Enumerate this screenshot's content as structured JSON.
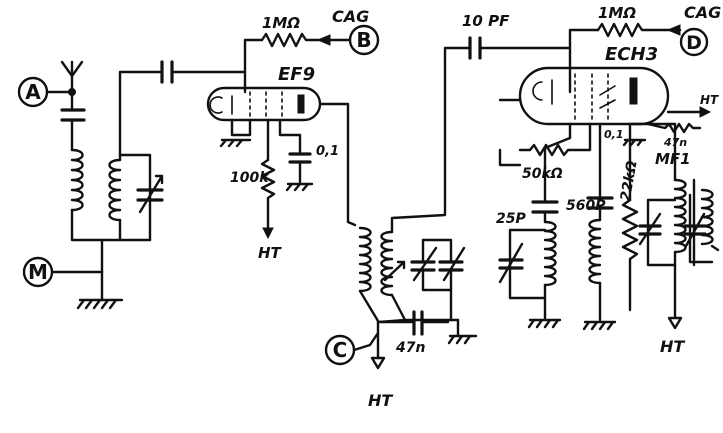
{
  "connectors": {
    "a": "A",
    "b": "B",
    "c": "C",
    "d": "D",
    "m": "M"
  },
  "labels": {
    "tube1": "EF9",
    "tube2": "ECH3",
    "res_b": "1MΩ",
    "res_d": "1MΩ",
    "cag_b": "CAG",
    "cag_d": "CAG",
    "cap_coupling": "10 PF",
    "res_100k": "100k",
    "cap_01_left": "0,1",
    "ht_tube1": "HT",
    "cap_47n_c": "47n",
    "ht_c": "HT",
    "res_50k": "50kΩ",
    "cap_25p": "25P",
    "cap_560p": "560P",
    "res_22k": "22kΩ",
    "mf1": "MF1",
    "ht_right": "HT",
    "ht_tube2": "HT",
    "cap_01_right": "0,1",
    "cap_47n_right": "47n"
  }
}
